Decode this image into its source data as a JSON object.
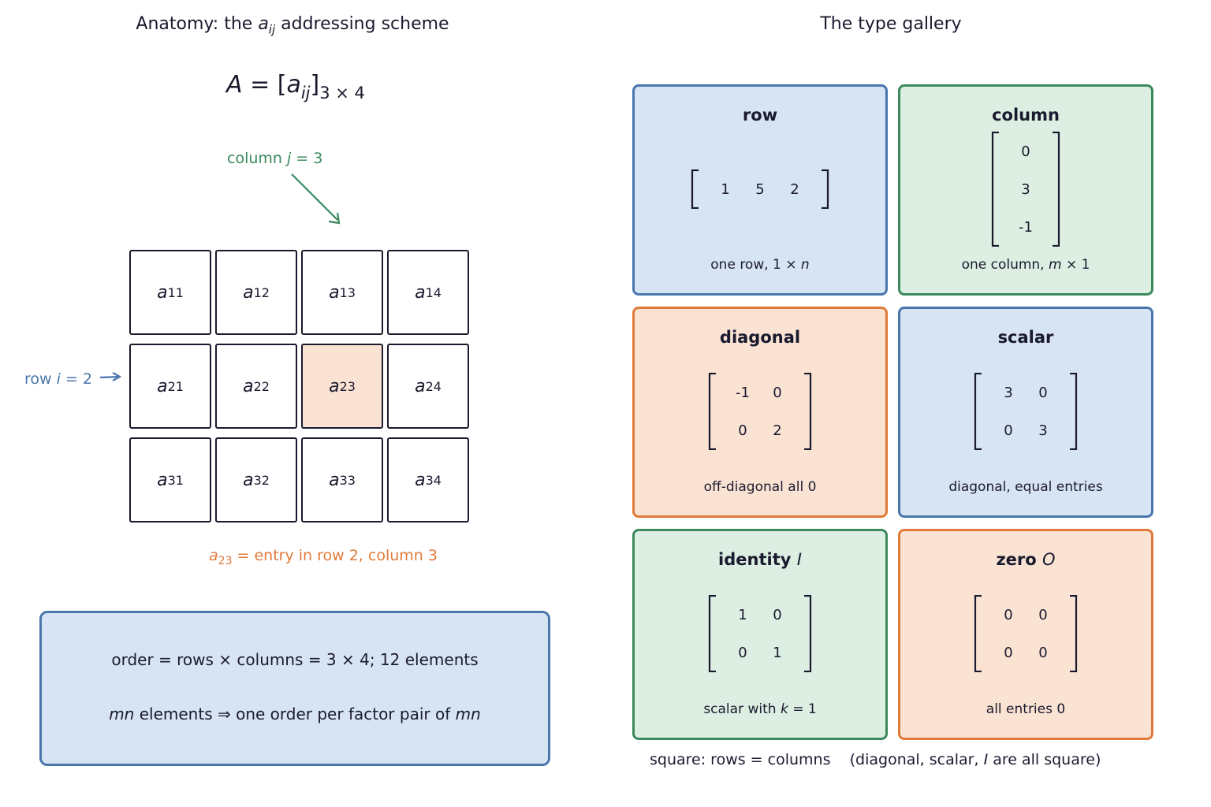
{
  "left": {
    "title_prefix": "Anatomy: the ",
    "title_var": "a",
    "title_sub": "ij",
    "title_suffix": " addressing scheme",
    "formula_lhs": "A",
    "formula_eq": " = [",
    "formula_var": "a",
    "formula_sub": "ij",
    "formula_close": "]",
    "formula_order": "3 × 4",
    "column_text": "column ",
    "column_var": "j",
    "column_eq": " = 3",
    "row_text": "row ",
    "row_var": "i",
    "row_eq": " = 2",
    "grid": [
      [
        "11",
        "12",
        "13",
        "14"
      ],
      [
        "21",
        "22",
        "23",
        "24"
      ],
      [
        "31",
        "32",
        "33",
        "34"
      ]
    ],
    "entry_var": "a",
    "highlight_accent": "#fbe3d4",
    "note_var": "a",
    "note_sub": "23",
    "note_text": " = entry in row 2, column 3",
    "info_line1": "order  =  rows × columns  = 3 × 4;  12 elements",
    "info_line2_var1": "mn",
    "info_line2_mid": " elements ⇒ one order per factor pair of ",
    "info_line2_var2": "mn"
  },
  "right": {
    "title": "The type gallery",
    "cards": [
      {
        "title": "row",
        "title_var": "",
        "cap_prefix": "one row, 1 × ",
        "cap_var": "n",
        "cap_suffix": "",
        "matrix": [
          [
            "1",
            "5",
            "2"
          ]
        ],
        "color": "blue"
      },
      {
        "title": "column",
        "title_var": "",
        "cap_prefix": "one column, ",
        "cap_var": "m",
        "cap_suffix": " × 1",
        "matrix": [
          [
            "0"
          ],
          [
            "3"
          ],
          [
            "-1"
          ]
        ],
        "color": "green"
      },
      {
        "title": "diagonal",
        "title_var": "",
        "cap_prefix": "off-diagonal all 0",
        "cap_var": "",
        "cap_suffix": "",
        "matrix": [
          [
            "-1",
            "0"
          ],
          [
            "0",
            "2"
          ]
        ],
        "color": "orange"
      },
      {
        "title": "scalar",
        "title_var": "",
        "cap_prefix": "diagonal, equal entries",
        "cap_var": "",
        "cap_suffix": "",
        "matrix": [
          [
            "3",
            "0"
          ],
          [
            "0",
            "3"
          ]
        ],
        "color": "blue"
      },
      {
        "title": "identity ",
        "title_var": "I",
        "cap_prefix": "scalar with ",
        "cap_var": "k",
        "cap_suffix": " = 1",
        "matrix": [
          [
            "1",
            "0"
          ],
          [
            "0",
            "1"
          ]
        ],
        "color": "green"
      },
      {
        "title": "zero ",
        "title_var": "O",
        "cap_prefix": "all entries 0",
        "cap_var": "",
        "cap_suffix": "",
        "matrix": [
          [
            "0",
            "0"
          ],
          [
            "0",
            "0"
          ]
        ],
        "color": "orange"
      }
    ],
    "footer_prefix": "square: rows = columns    (diagonal, scalar, ",
    "footer_var": "I",
    "footer_suffix": " are all square)"
  },
  "colors": {
    "blue": "#4a76ac",
    "green": "#3a8a5c",
    "orange": "#e07a3a",
    "ink": "#1a1a2e"
  }
}
